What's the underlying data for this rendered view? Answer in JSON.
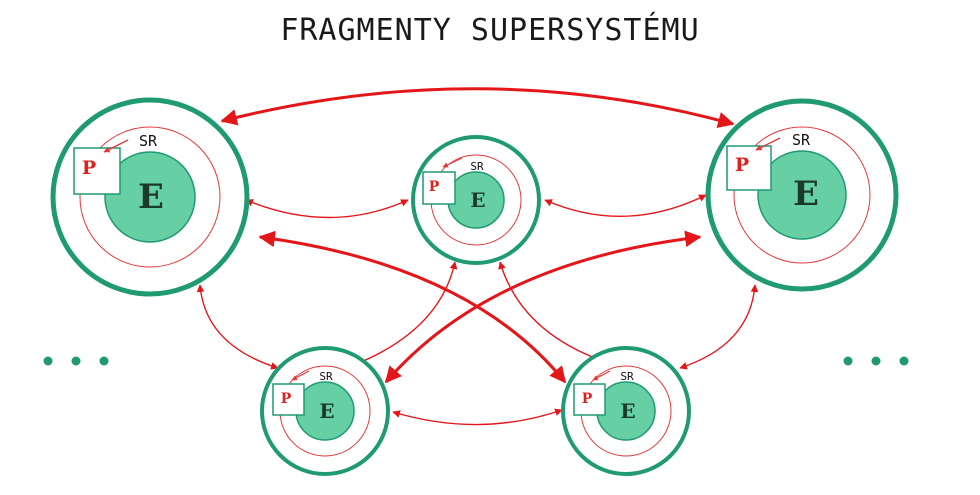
{
  "title": "FRAGMENTY SUPERSYSTÉMU",
  "labels": {
    "orbit": "SR",
    "part": "P",
    "element": "E"
  },
  "colors": {
    "ring": "#1f9a72",
    "core": "#66cfa4",
    "arrow": "#e3161a",
    "part_text": "#e0201c"
  },
  "fragments": [
    {
      "id": "top-left",
      "size": "large"
    },
    {
      "id": "top-center",
      "size": "small"
    },
    {
      "id": "top-right",
      "size": "large"
    },
    {
      "id": "bottom-left",
      "size": "small"
    },
    {
      "id": "bottom-right",
      "size": "small"
    }
  ],
  "links": [
    {
      "from": "top-left",
      "to": "top-right",
      "style": "bold"
    },
    {
      "from": "top-left",
      "to": "top-center",
      "style": "thin"
    },
    {
      "from": "top-center",
      "to": "top-right",
      "style": "thin"
    },
    {
      "from": "top-left",
      "to": "bottom-left",
      "style": "thin"
    },
    {
      "from": "top-left",
      "to": "bottom-right",
      "style": "bold"
    },
    {
      "from": "top-right",
      "to": "bottom-left",
      "style": "bold"
    },
    {
      "from": "top-center",
      "to": "bottom-left",
      "style": "thin"
    },
    {
      "from": "top-center",
      "to": "bottom-right",
      "style": "thin"
    },
    {
      "from": "top-right",
      "to": "bottom-right",
      "style": "thin"
    },
    {
      "from": "bottom-left",
      "to": "bottom-right",
      "style": "thin"
    }
  ],
  "continuation": {
    "left": "ellipsis-dots",
    "right": "ellipsis-dots"
  }
}
